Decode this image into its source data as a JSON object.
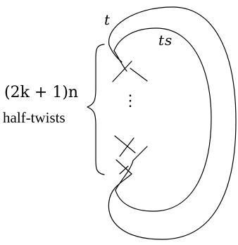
{
  "labels": {
    "top_strand": "t",
    "inner_strand": "ts",
    "twist_count": "(2k + 1)n",
    "twist_unit": "half-twists",
    "ellipsis": "⋮"
  },
  "colors": {
    "stroke": "#000000",
    "background": "#ffffff"
  }
}
